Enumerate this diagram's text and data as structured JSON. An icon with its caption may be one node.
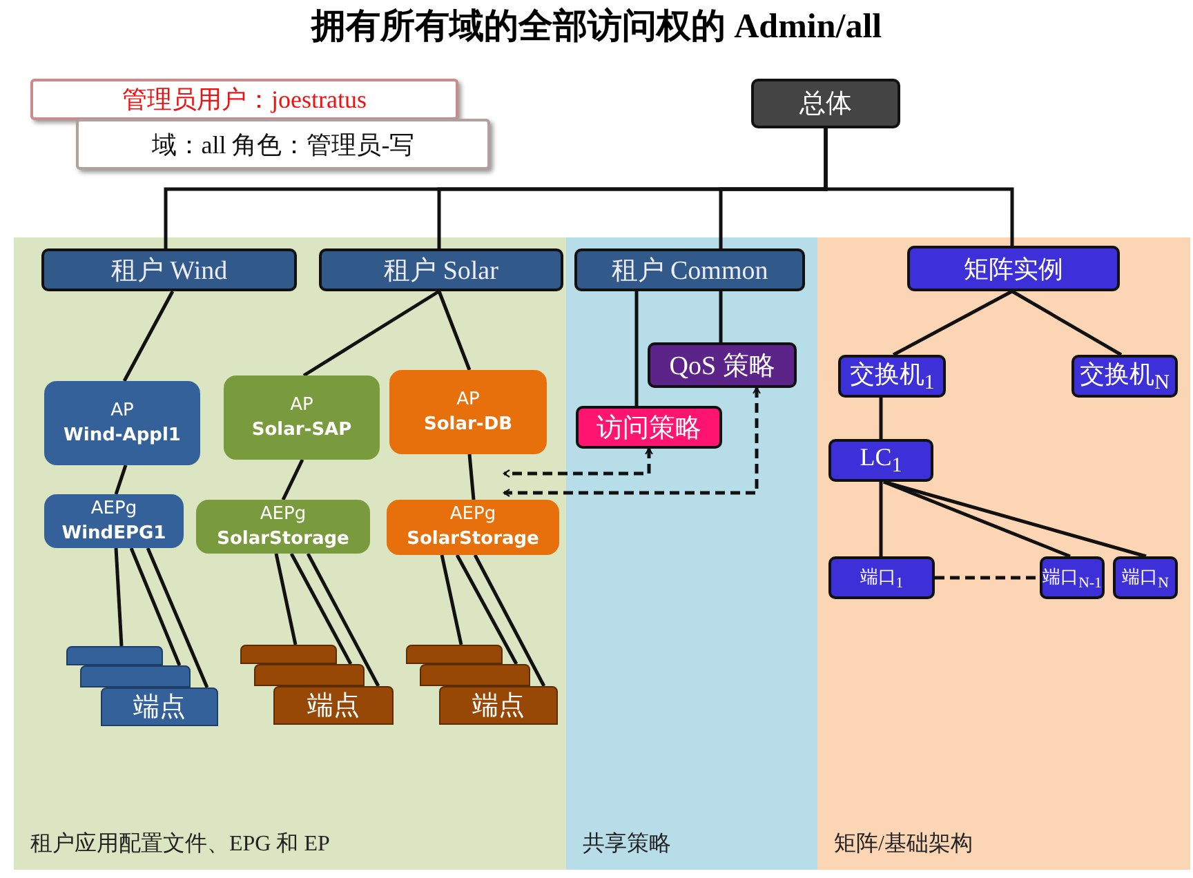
{
  "diagram": {
    "title": "拥有所有域的全部访问权的 Admin/all",
    "nodes": [
      {
        "text": [
          "管理员用户：joestratus"
        ]
      },
      {
        "text": [
          "域：all 角色：管理员-写"
        ]
      },
      {
        "text": [
          "总体"
        ]
      },
      {
        "text": [
          "租户应用配置文件、EPG 和 EP"
        ]
      },
      {
        "text": [
          "共享策略"
        ]
      },
      {
        "text": [
          "矩阵/基础架构"
        ]
      },
      {
        "text": [
          "租户 Wind"
        ],
        "in": 3
      },
      {
        "text": [
          "租户 Solar"
        ],
        "in": 3
      },
      {
        "text": [
          "租户 Common"
        ],
        "in": 4
      },
      {
        "text": [
          "矩阵实例"
        ],
        "in": 5
      },
      {
        "text": [
          "AP",
          "Wind-Appl1"
        ],
        "in": 3
      },
      {
        "text": [
          "AP",
          "Solar-SAP"
        ],
        "in": 3
      },
      {
        "text": [
          "AP",
          "Solar-DB"
        ],
        "in": 3
      },
      {
        "text": [
          "QoS 策略"
        ],
        "in": 4
      },
      {
        "text": [
          "访问策略"
        ],
        "in": 4
      },
      {
        "text": [
          "交换机$_{1}$"
        ],
        "in": 5
      },
      {
        "text": [
          "交换机$_{N}$"
        ],
        "in": 5
      },
      {
        "text": [
          "AEPg",
          "WindEPG1"
        ],
        "in": 3
      },
      {
        "text": [
          "AEPg",
          "SolarStorage"
        ],
        "in": 3
      },
      {
        "text": [
          "AEPg",
          "SolarStorage"
        ],
        "in": 3
      },
      {
        "text": [
          "LC$_{1}$"
        ],
        "in": 5
      },
      {
        "text": [],
        "shape": "box",
        "in": 3
      },
      {
        "text": [],
        "shape": "box",
        "in": 3
      },
      {
        "text": [
          "端点"
        ],
        "in": 3
      },
      {
        "text": [],
        "shape": "box",
        "in": 3
      },
      {
        "text": [],
        "shape": "box",
        "in": 3
      },
      {
        "text": [
          "端点"
        ],
        "in": 3
      },
      {
        "text": [],
        "shape": "box",
        "in": 3
      },
      {
        "text": [],
        "shape": "box",
        "in": 3
      },
      {
        "text": [
          "端点"
        ],
        "in": 3
      },
      {
        "text": [
          "端口$_{1}$"
        ],
        "in": 5
      },
      {
        "text": [
          "端口$_{N-1}$"
        ],
        "in": 5
      },
      {
        "text": [
          "端口$_{N}$"
        ],
        "in": 5
      }
    ],
    "edges": [
      {
        "from": 2,
        "to": 6,
        "arrow": "none"
      },
      {
        "from": 2,
        "to": 7,
        "arrow": "none"
      },
      {
        "from": 2,
        "to": 8,
        "arrow": "none"
      },
      {
        "from": 2,
        "to": 9,
        "arrow": "none"
      },
      {
        "from": 6,
        "to": 10,
        "arrow": "none"
      },
      {
        "from": 7,
        "to": 11,
        "arrow": "none"
      },
      {
        "from": 7,
        "to": 12,
        "arrow": "none"
      },
      {
        "from": 8,
        "to": 14,
        "arrow": "none"
      },
      {
        "from": 8,
        "to": 13,
        "arrow": "none"
      },
      {
        "from": 9,
        "to": 15,
        "arrow": "none"
      },
      {
        "from": 9,
        "to": 16,
        "arrow": "none"
      },
      {
        "from": 10,
        "to": 17,
        "arrow": "none"
      },
      {
        "from": 11,
        "to": 18,
        "arrow": "none"
      },
      {
        "from": 12,
        "to": 19,
        "arrow": "none"
      },
      {
        "from": 15,
        "to": 20,
        "arrow": "none"
      },
      {
        "from": 20,
        "to": 30,
        "arrow": "none"
      },
      {
        "from": 20,
        "to": 31,
        "arrow": "none"
      },
      {
        "from": 20,
        "to": 32,
        "arrow": "none"
      },
      {
        "from": 30,
        "to": 31,
        "arrow": "none",
        "style": "dashed"
      },
      {
        "from": 17,
        "to": 21,
        "arrow": "none"
      },
      {
        "from": 17,
        "to": 22,
        "arrow": "none"
      },
      {
        "from": 17,
        "to": 23,
        "arrow": "none"
      },
      {
        "from": 18,
        "to": 24,
        "arrow": "none"
      },
      {
        "from": 18,
        "to": 25,
        "arrow": "none"
      },
      {
        "from": 18,
        "to": 26,
        "arrow": "none"
      },
      {
        "from": 19,
        "to": 27,
        "arrow": "none"
      },
      {
        "from": 19,
        "to": 28,
        "arrow": "none"
      },
      {
        "from": 19,
        "to": 29,
        "arrow": "none"
      },
      {
        "from": 14,
        "to": 19,
        "arrow": "both",
        "style": "dashed"
      },
      {
        "from": 13,
        "to": 19,
        "arrow": "both",
        "style": "dashed"
      }
    ]
  }
}
